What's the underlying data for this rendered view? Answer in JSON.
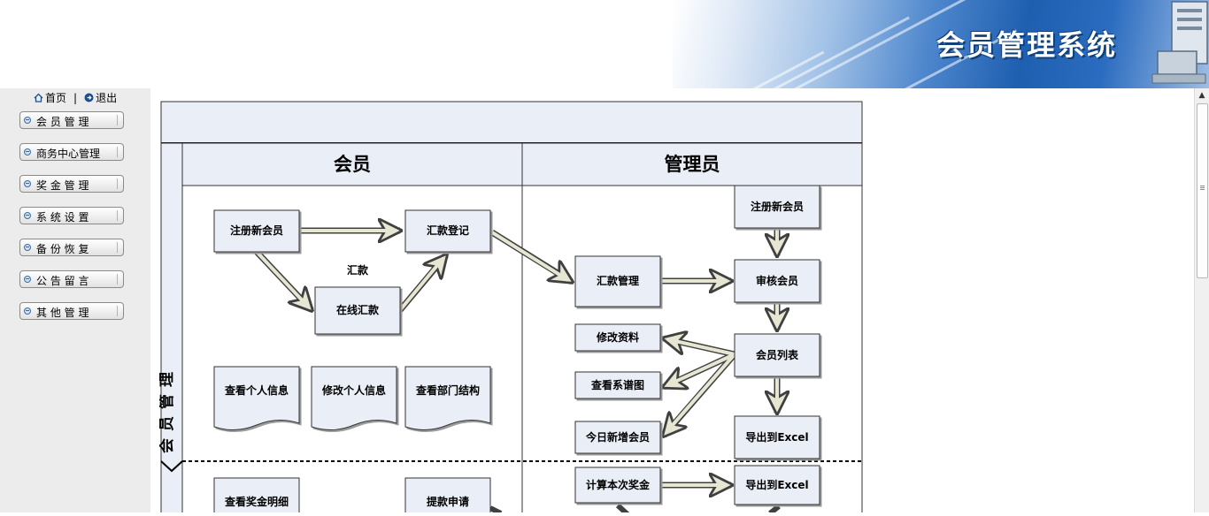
{
  "header": {
    "title": "会员管理系统"
  },
  "topnav": {
    "home": "首页",
    "separator": "|",
    "logout": "退出"
  },
  "sidebar": {
    "items": [
      {
        "label": "会 员 管 理"
      },
      {
        "label": "商务中心管理"
      },
      {
        "label": "奖 金 管 理"
      },
      {
        "label": "系 统 设 置"
      },
      {
        "label": "备 份 恢 复"
      },
      {
        "label": "公 告 留 言"
      },
      {
        "label": "其 他 管 理"
      }
    ]
  },
  "diagram": {
    "lane_member": "会员",
    "lane_admin": "管理员",
    "section_label": "会员管理",
    "remit_label": "汇款",
    "member_nodes": {
      "register": "注册新会员",
      "remit_register": "汇款登记",
      "online_remit": "在线汇款",
      "view_info": "查看个人信息",
      "edit_info": "修改个人信息",
      "view_structure": "查看部门结构",
      "view_bonus": "查看奖金明细",
      "withdraw": "提款申请"
    },
    "admin_nodes": {
      "register": "注册新会员",
      "audit": "审核会员",
      "remit_manage": "汇款管理",
      "member_list": "会员列表",
      "edit_data": "修改资料",
      "view_tree": "查看系谱图",
      "today_new": "今日新增会员",
      "export1": "导出到Excel",
      "calc_bonus": "计算本次奖金",
      "export2": "导出到Excel"
    }
  }
}
